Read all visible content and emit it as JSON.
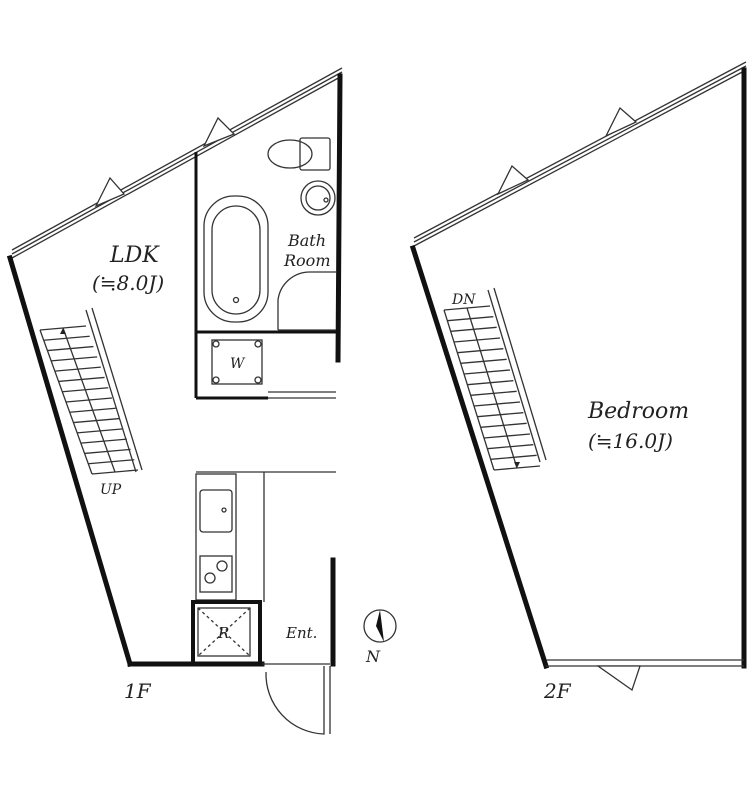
{
  "floor1": {
    "floor_label": "1F",
    "ldk_name": "LDK",
    "ldk_size": "(≒8.0J)",
    "stair_label": "UP",
    "bath_line1": "Bath",
    "bath_line2": "Room",
    "washer_label": "W",
    "fridge_label": "R",
    "entrance_label": "Ent."
  },
  "floor2": {
    "floor_label": "2F",
    "bedroom_name": "Bedroom",
    "bedroom_size": "(≒16.0J)",
    "stair_label": "DN"
  },
  "compass": {
    "north_label": "N"
  }
}
